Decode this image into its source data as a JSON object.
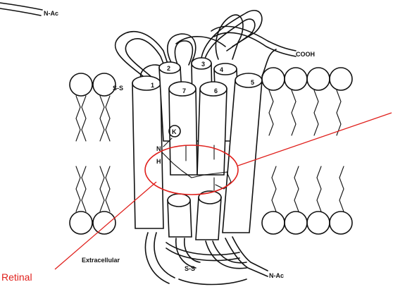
{
  "labels": {
    "n_term_top": "N-Ac",
    "c_term": "COOH",
    "extracellular": "Extracellular",
    "disulfide_left": "S-S",
    "disulfide_bottom": "S-S",
    "n_term_bottom": "N-Ac",
    "lysine": "K",
    "nitrogen": "N",
    "hydrogen": "H",
    "retinal": "Retinal"
  },
  "helices": [
    "1",
    "2",
    "3",
    "4",
    "5",
    "6",
    "7"
  ],
  "colors": {
    "ink": "#111111",
    "annotation": "#e0201c",
    "retinal_label": "#e0201c"
  }
}
